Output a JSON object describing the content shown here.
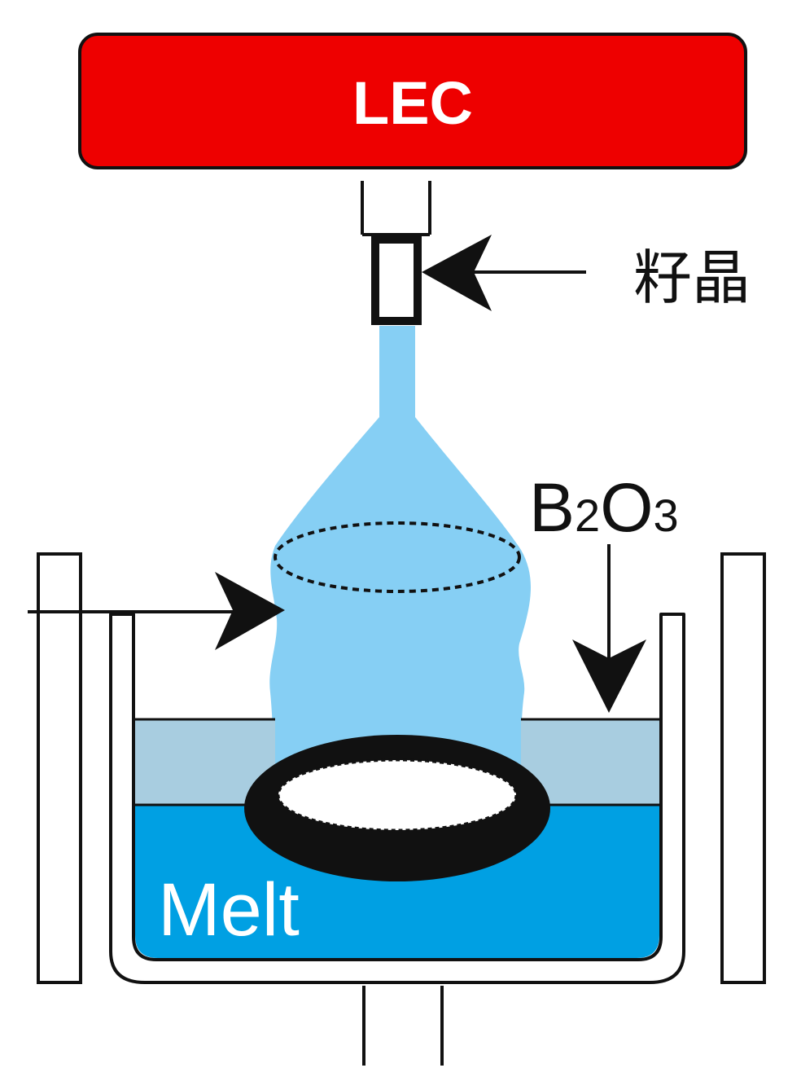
{
  "labels": {
    "title": "LEC",
    "seed": "籽晶",
    "encapsulant_main_b": "B",
    "encapsulant_sub_2": "2",
    "encapsulant_main_o": "O",
    "encapsulant_sub_3": "3",
    "melt": "Melt"
  },
  "colors": {
    "title_bar": "#ee0000",
    "crystal": "#86cff4",
    "encapsulant_layer": "#a8cde0",
    "melt": "#00a0e3",
    "outline": "#111111",
    "label_text_light": "#ffffff",
    "label_text_dark": "#111111"
  }
}
